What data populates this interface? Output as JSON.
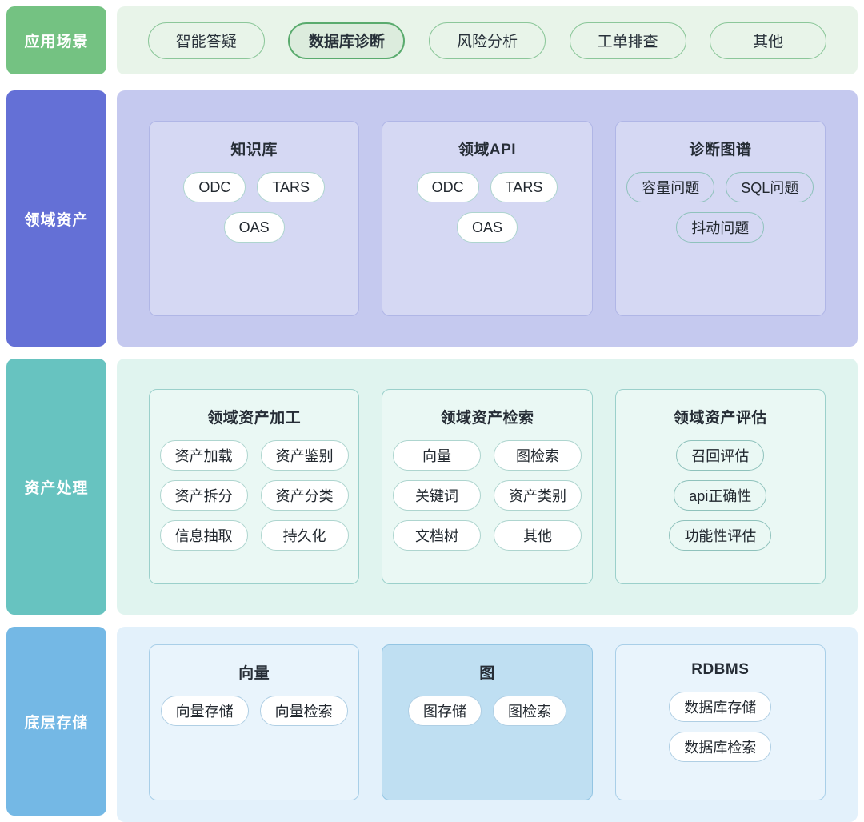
{
  "rows": [
    {
      "label": "应用场景",
      "accent": "#74c282",
      "chips": [
        {
          "text": "智能答疑",
          "selected": false
        },
        {
          "text": "数据库诊断",
          "selected": true
        },
        {
          "text": "风险分析",
          "selected": false
        },
        {
          "text": "工单排查",
          "selected": false
        },
        {
          "text": "其他",
          "selected": false
        }
      ]
    },
    {
      "label": "领域资产",
      "accent": "#6470d6",
      "cards": [
        {
          "title": "知识库",
          "chips": [
            "ODC",
            "TARS",
            "OAS"
          ]
        },
        {
          "title": "领域API",
          "chips": [
            "ODC",
            "TARS",
            "OAS"
          ]
        },
        {
          "title": "诊断图谱",
          "chips": [
            "容量问题",
            "SQL问题",
            "抖动问题"
          ]
        }
      ]
    },
    {
      "label": "资产处理",
      "accent": "#67c3c0",
      "cards": [
        {
          "title": "领域资产加工",
          "chips": [
            "资产加载",
            "资产鉴别",
            "资产拆分",
            "资产分类",
            "信息抽取",
            "持久化"
          ]
        },
        {
          "title": "领域资产检索",
          "chips": [
            "向量",
            "图检索",
            "关键词",
            "资产类别",
            "文档树",
            "其他"
          ]
        },
        {
          "title": "领域资产评估",
          "chips": [
            "召回评估",
            "api正确性",
            "功能性评估"
          ]
        }
      ]
    },
    {
      "label": "底层存储",
      "accent": "#74b8e5",
      "cards": [
        {
          "title": "向量",
          "chips": [
            "向量存储",
            "向量检索"
          ]
        },
        {
          "title": "图",
          "chips": [
            "图存储",
            "图检索"
          ]
        },
        {
          "title": "RDBMS",
          "chips": [
            "数据库存储",
            "数据库检索"
          ]
        }
      ]
    }
  ]
}
